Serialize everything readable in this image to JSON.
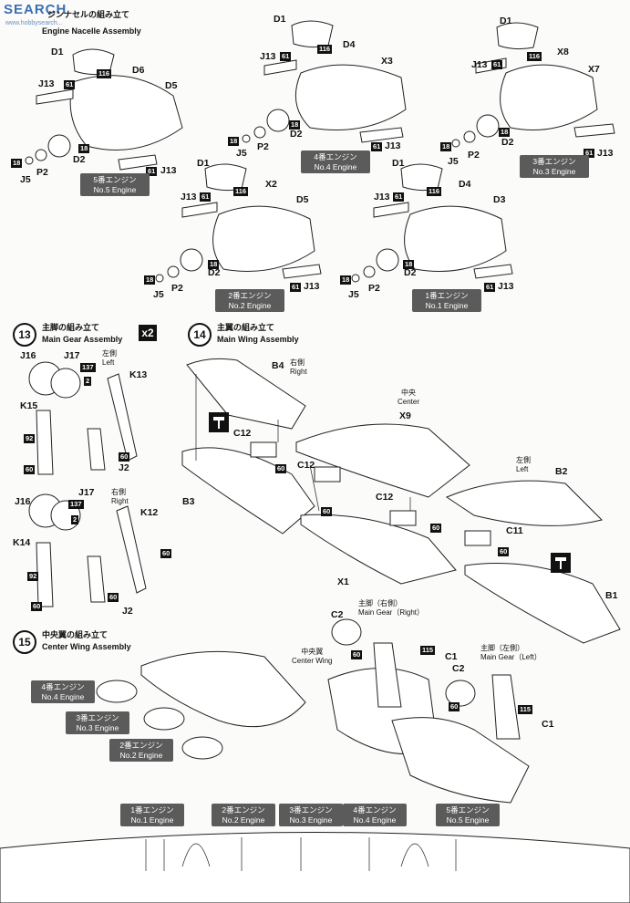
{
  "watermark": {
    "text": "SEARCH",
    "site": "www.hobbysearch..."
  },
  "nacelle": {
    "title_jp": "ジンナセルの組み立て",
    "title_en": "Engine Nacelle Assembly"
  },
  "engines": [
    {
      "jp": "5番エンジン",
      "en": "No.5 Engine"
    },
    {
      "jp": "4番エンジン",
      "en": "No.4 Engine"
    },
    {
      "jp": "3番エンジン",
      "en": "No.3 Engine"
    },
    {
      "jp": "2番エンジン",
      "en": "No.2 Engine"
    },
    {
      "jp": "1番エンジン",
      "en": "No.1 Engine"
    }
  ],
  "step13": {
    "num": "13",
    "jp": "主脚の組み立て",
    "en": "Main Gear Assembly",
    "multiplier": "x2",
    "left_jp": "左側",
    "left_en": "Left",
    "right_jp": "右側",
    "right_en": "Right"
  },
  "step14": {
    "num": "14",
    "jp": "主翼の組み立て",
    "en": "Main Wing Assembly",
    "right_jp": "右側",
    "right_en": "Right",
    "center_jp": "中央",
    "center_en": "Center",
    "left_jp": "左側",
    "left_en": "Left"
  },
  "step15": {
    "num": "15",
    "jp": "中央翼の組み立て",
    "en": "Center Wing Assembly",
    "cw_jp": "中央翼",
    "cw_en": "Center Wing",
    "mgr_jp": "主脚（右側）",
    "mgr_en": "Main Gear（Right）",
    "mgl_jp": "主脚（左側）",
    "mgl_en": "Main Gear（Left）"
  },
  "parts": {
    "D1": "D1",
    "D2": "D2",
    "D3": "D3",
    "D4": "D4",
    "D5": "D5",
    "D6": "D6",
    "J5": "J5",
    "J13": "J13",
    "P2": "P2",
    "X2": "X2",
    "X3": "X3",
    "X7": "X7",
    "X8": "X8",
    "J16": "J16",
    "J17": "J17",
    "K12": "K12",
    "K13": "K13",
    "K14": "K14",
    "K15": "K15",
    "J2": "J2",
    "B1": "B1",
    "B2": "B2",
    "B3": "B3",
    "B4": "B4",
    "C1": "C1",
    "C2": "C2",
    "C11": "C11",
    "C12": "C12",
    "X1": "X1",
    "X9": "X9"
  },
  "nums": {
    "n18": "18",
    "n61": "61",
    "n116": "116",
    "n137": "137",
    "n2": "2",
    "n92": "92",
    "n60": "60",
    "n115": "115"
  }
}
